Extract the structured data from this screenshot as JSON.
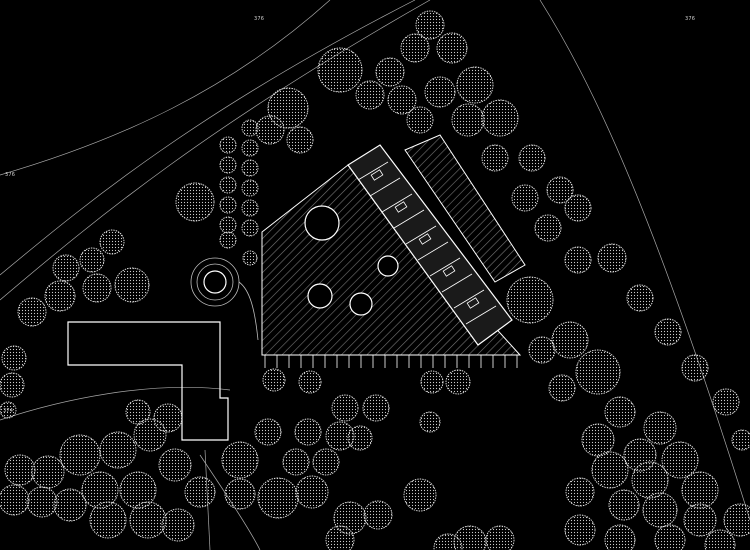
{
  "contour_labels": [
    "376",
    "376",
    "376",
    "374"
  ],
  "colors": {
    "background": "#000000",
    "linework": "#ffffff",
    "tree": "#e6e6e6",
    "building_roof": "#2f2f2f"
  },
  "features": {
    "trees": "tree-canopy-icon",
    "round_skylights": "circle-icon"
  }
}
